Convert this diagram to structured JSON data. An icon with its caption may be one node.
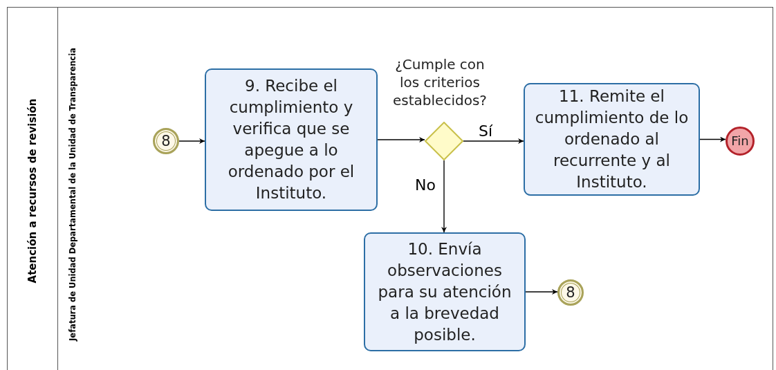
{
  "diagram": {
    "nodes": [
      {
        "text": [
          "Atención a recursos de revisión"
        ]
      },
      {
        "text": [
          "Jefatura de Unidad Departamental de la Unidad de Transparencia"
        ],
        "in": 0
      },
      {
        "text": [
          "8"
        ],
        "in": 1
      },
      {
        "text": [
          "9. Recibe el cumplimiento y verifica que se apegue a lo ordenado por el Instituto."
        ],
        "in": 1
      },
      {
        "text": [
          "¿Cumple con los criterios establecidos?"
        ],
        "in": 1
      },
      {
        "text": [
          "11. Remite el cumplimiento de lo ordenado al recurrente y al Instituto."
        ],
        "in": 1
      },
      {
        "text": [
          "Fin"
        ],
        "in": 1
      },
      {
        "text": [
          "10. Envía observaciones para su atención a la brevedad posible."
        ],
        "in": 1
      },
      {
        "text": [
          "8"
        ],
        "in": 1
      }
    ],
    "edges": [
      {
        "from": 2,
        "to": 3,
        "arrow": "to"
      },
      {
        "from": 3,
        "to": 4,
        "arrow": "to"
      },
      {
        "from": 4,
        "to": 5,
        "arrow": "to",
        "label": "Sí"
      },
      {
        "from": 4,
        "to": 7,
        "arrow": "to",
        "label": "No"
      },
      {
        "from": 5,
        "to": 6,
        "arrow": "to"
      },
      {
        "from": 7,
        "to": 8,
        "arrow": "to"
      }
    ]
  }
}
